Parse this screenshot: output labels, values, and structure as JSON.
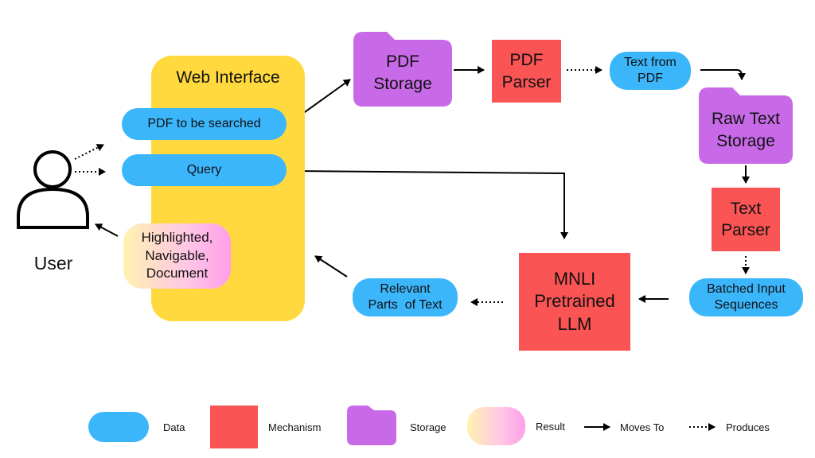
{
  "web_interface": {
    "title": "Web Interface",
    "pdf_input": "PDF to be searched",
    "query": "Query",
    "result": [
      "Highlighted,",
      "Navigable,",
      "Document"
    ]
  },
  "user": {
    "label": "User",
    "icon": "person-icon"
  },
  "nodes": {
    "pdf_storage": [
      "PDF",
      "Storage"
    ],
    "pdf_parser": [
      "PDF",
      "Parser"
    ],
    "text_from_pdf": [
      "Text from",
      "PDF"
    ],
    "raw_text_storage": [
      "Raw Text",
      "Storage"
    ],
    "text_parser": [
      "Text",
      "Parser"
    ],
    "batched_input": [
      "Batched Input",
      "Sequences"
    ],
    "mnli_llm": [
      "MNLI",
      "Pretrained",
      "LLM"
    ],
    "relevant_parts": [
      "Relevant",
      "Parts  of Text"
    ]
  },
  "legend": {
    "data": "Data",
    "mechanism": "Mechanism",
    "storage": "Storage",
    "result": "Result",
    "moves_to": "Moves To",
    "produces": "Produces"
  },
  "colors": {
    "data": "#3bb6fb",
    "mechanism": "#fb5454",
    "storage": "#c86ae8",
    "web_interface": "#ffd93e",
    "result_start": "#fff2b0",
    "result_end": "#ff9ee8"
  }
}
